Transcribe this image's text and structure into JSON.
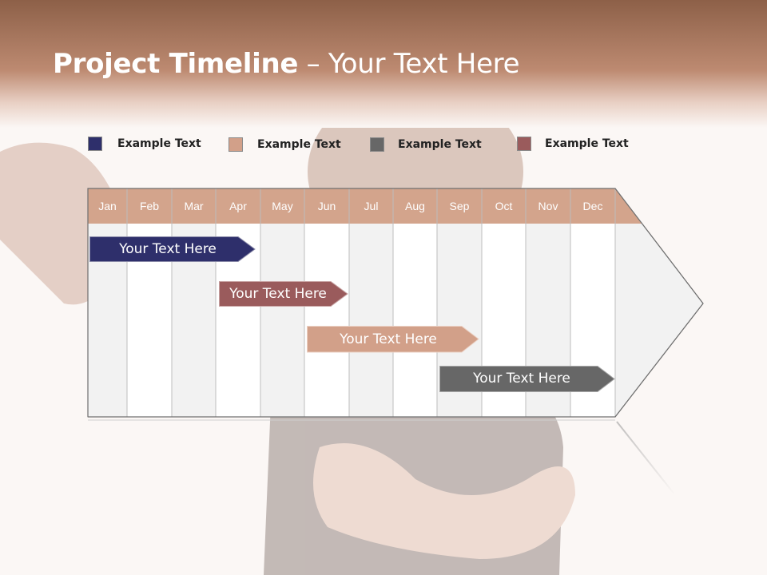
{
  "slide": {
    "title_bold": "Project Timeline",
    "title_rest": " – Your Text Here"
  },
  "legend": [
    {
      "label": "Example Text",
      "color": "#2e2f6b"
    },
    {
      "label": "Example Text",
      "color": "#d2a089"
    },
    {
      "label": "Example Text",
      "color": "#676767"
    },
    {
      "label": "Example Text",
      "color": "#9a5b5c"
    }
  ],
  "months": [
    "Jan",
    "Feb",
    "Mar",
    "Apr",
    "May",
    "Jun",
    "Jul",
    "Aug",
    "Sep",
    "Oct",
    "Nov",
    "Dec"
  ],
  "tasks": [
    {
      "label": "Your  Text Here",
      "color": "#2e2f6b"
    },
    {
      "label": "Your  Text Here",
      "color": "#9a5b5c"
    },
    {
      "label": "Your  Text Here",
      "color": "#d2a089"
    },
    {
      "label": "Your  Text Here",
      "color": "#676767"
    }
  ],
  "colors": {
    "header": "#d3a48c",
    "banner": "#b07a62"
  }
}
